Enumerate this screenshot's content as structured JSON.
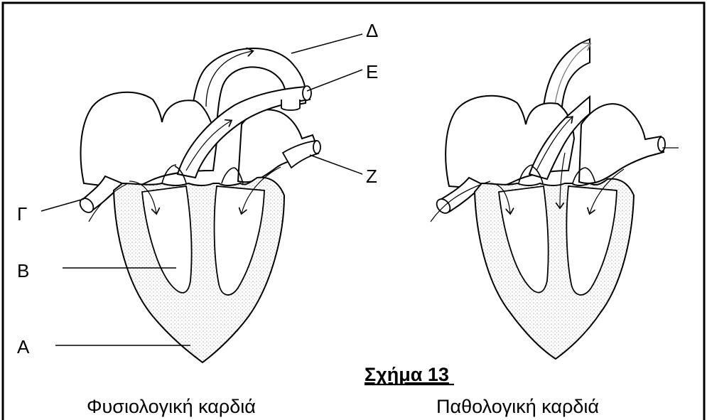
{
  "figure": {
    "title": "Σχήμα 13",
    "captions": {
      "normal": "Φυσιολογική καρδιά",
      "pathological": "Παθολογική καρδιά"
    },
    "labels": {
      "A": "Α",
      "B": "Β",
      "G": "Γ",
      "D": "Δ",
      "E": "Ε",
      "Z": "Ζ"
    }
  },
  "colors": {
    "outline": "#000000",
    "border": "#000000",
    "stipple": "#bdbdbd",
    "background": "#ffffff"
  }
}
